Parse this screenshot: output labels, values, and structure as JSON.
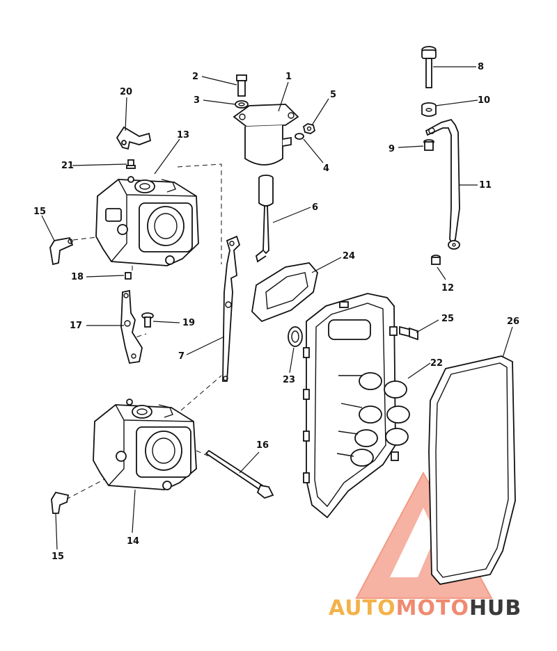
{
  "callouts": {
    "c1": "1",
    "c2": "2",
    "c3": "3",
    "c4": "4",
    "c5": "5",
    "c6": "6",
    "c7": "7",
    "c8": "8",
    "c9": "9",
    "c10": "10",
    "c11": "11",
    "c12": "12",
    "c13": "13",
    "c14": "14",
    "c15a": "15",
    "c15b": "15",
    "c16": "16",
    "c17": "17",
    "c18": "18",
    "c19": "19",
    "c20": "20",
    "c21": "21",
    "c22": "22",
    "c23": "23",
    "c24": "24",
    "c25": "25",
    "c26": "26"
  },
  "watermark": {
    "part1": "AUTO",
    "part2": "MOTO",
    "part3": "HUB",
    "color_primary": "#f08a70",
    "color_secondary": "#f3b24a",
    "color_dark": "#3a3a3a"
  }
}
